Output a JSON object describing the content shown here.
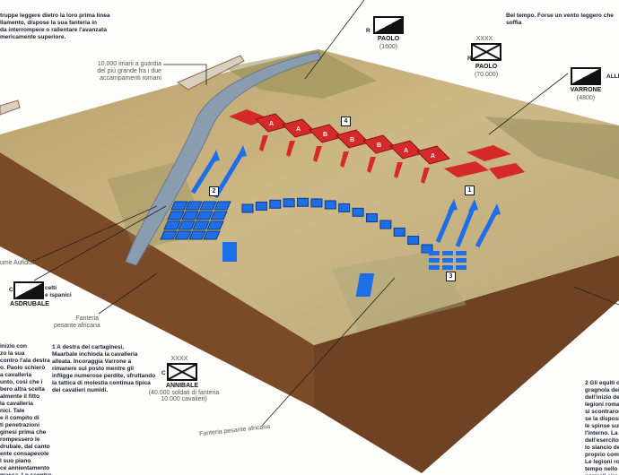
{
  "top_left_text": "truppe leggere dietro la loro prima linea\nllamento, dispose la sua fanteria in\nda interrompere o rallentare l'avanzata\nmericamente superiore.",
  "top_right_text": "Bel tempo. Forse un vento leggero che soffia",
  "camp_label": "10.000 itriarii a guardia\ndel più grande fra i due\naccampamenti romani",
  "river_label": "ume Aufidus",
  "units": {
    "paolo_cav": {
      "prefix": "R",
      "name": "PAOLO",
      "strength": "(1600)"
    },
    "paolo_army": {
      "echelon": "XXXX",
      "prefix": "R",
      "name": "PAOLO",
      "strength": "(70.000)"
    },
    "varrone": {
      "name": "VARRONE",
      "strength": "(4800)",
      "side_label": "ALLE"
    },
    "asdrubale": {
      "prefix": "C",
      "name": "ASDRUBALE",
      "side_label": "celti\ne ispanici"
    },
    "annibale": {
      "echelon": "XXXX",
      "prefix": "C",
      "name": "ANNIBALE",
      "strength": "(40.000 soldati di fanteria\n10.000 cavalieri)"
    }
  },
  "fanteria_label_1": "Fanteria\npesante africana",
  "fanteria_label_2": "Fanteria pesante africana",
  "markers": [
    "1",
    "2",
    "3",
    "4"
  ],
  "roman_blocks": [
    "A",
    "A",
    "B",
    "B",
    "B",
    "A",
    "A"
  ],
  "text_col_left": "inizio con\nzo la sua\ncontro l'ala destra\no. Paolo schierò\na cavalleria\nunto, così che i\nbero altra scelta\nalmente il fitto\nla cavalleria\nnici. Tale\ne il compito di\nti penetrazioni\nginesi prima che\nrompessero le\ndrubale, dal canto\nente consapevole\nl suo piano\nce annientamento\nmassa. Lo scontro\nmolto cruento.",
  "text_col_mid": "1 A destra dei cartaginesi,\nMaarbale inchioda la cavalleria\nalleata. Incoraggia Varrone a\nrimanere sul posto mentre gli\ninfligge numerose perdite, sfruttando\nla tattica di molestia continua tipica\ndei cavalieri numidi.",
  "text_col_right": "2 Gli equiti de\ngragnola dei p\ndell'inizio dell'\nlegioni romane\nsi scontrarono\nse la disposizi\nle spinse sul lo\nl'interno. La di\ndell'esercito c\nlo slancio dell'\nproprio come A\nLe legioni rom\ntempo nello sc\nnormali circost\nschiacciante su\navrebbero visto",
  "colors": {
    "roman": "#d42a2a",
    "carthaginian": "#1e6ee8",
    "terrain": "#c9b27a",
    "earth": "#7a4a26"
  }
}
